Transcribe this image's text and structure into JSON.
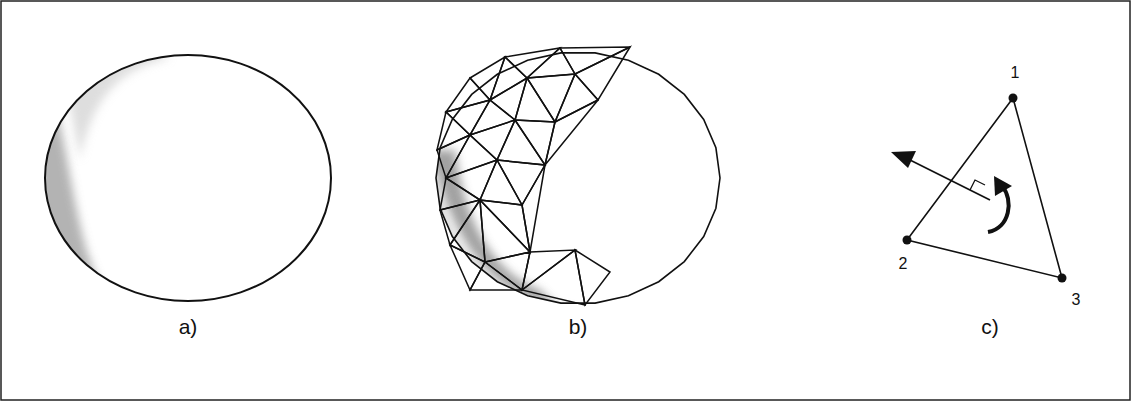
{
  "diagram": {
    "labels": [
      "a)",
      "b)",
      "c)",
      "1",
      "2",
      "3"
    ]
  }
}
